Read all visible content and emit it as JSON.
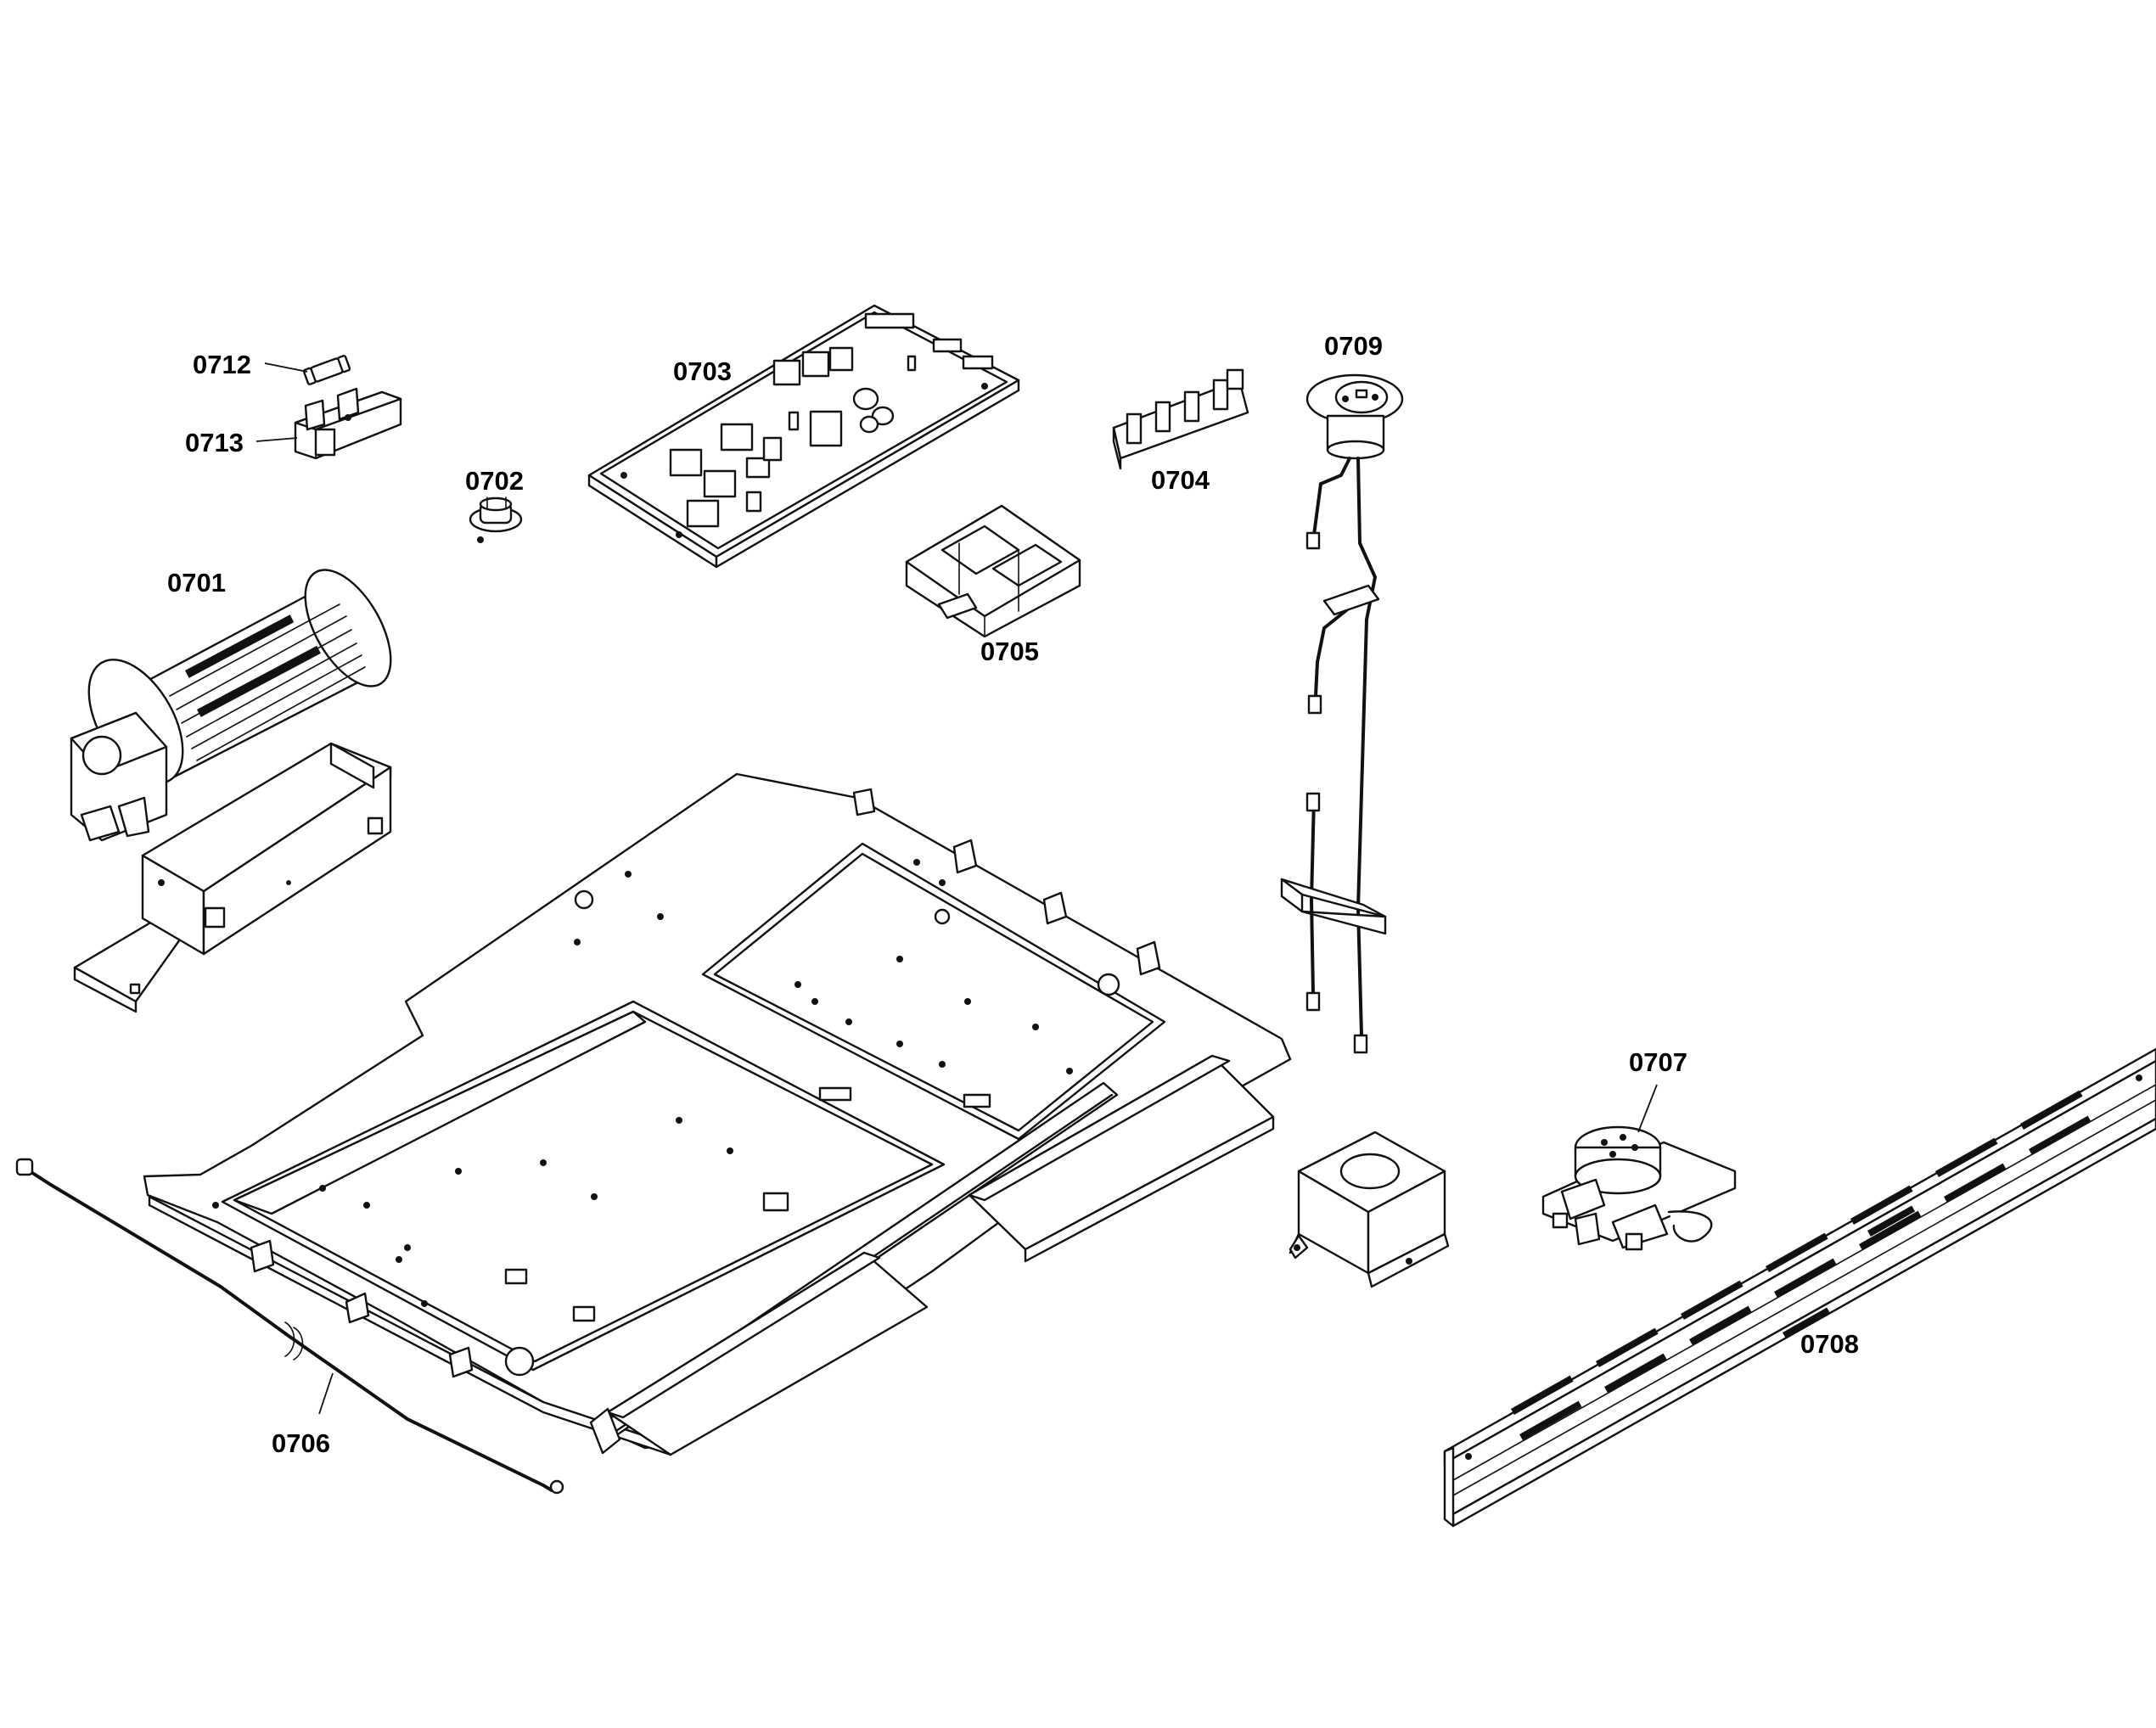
{
  "parts": [
    {
      "id": "p0701",
      "label": "0701",
      "icon": "blower-motor-icon"
    },
    {
      "id": "p0702",
      "label": "0702",
      "icon": "thermostat-icon"
    },
    {
      "id": "p0703",
      "label": "0703",
      "icon": "control-board-icon"
    },
    {
      "id": "p0704",
      "label": "0704",
      "icon": "connector-block-icon"
    },
    {
      "id": "p0705",
      "label": "0705",
      "icon": "relay-housing-icon"
    },
    {
      "id": "p0706",
      "label": "0706",
      "icon": "wire-lead-icon"
    },
    {
      "id": "p0707",
      "label": "0707",
      "icon": "latch-motor-icon"
    },
    {
      "id": "p0708",
      "label": "0708",
      "icon": "vent-rail-icon"
    },
    {
      "id": "p0709",
      "label": "0709",
      "icon": "temperature-sensor-icon"
    },
    {
      "id": "p0712",
      "label": "0712",
      "icon": "fuse-icon"
    },
    {
      "id": "p0713",
      "label": "0713",
      "icon": "fuse-holder-icon"
    }
  ],
  "colors": {
    "ink": "#111111",
    "background": "#ffffff"
  }
}
